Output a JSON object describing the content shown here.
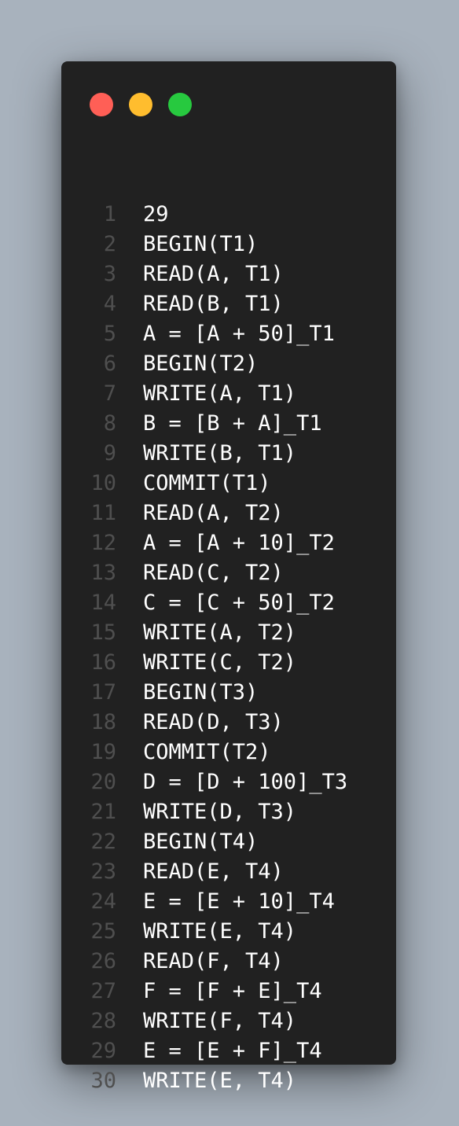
{
  "window": {
    "controls": [
      {
        "name": "close",
        "color": "#ff5f56"
      },
      {
        "name": "minimize",
        "color": "#ffbd2e"
      },
      {
        "name": "maximize",
        "color": "#27c93f"
      }
    ]
  },
  "code": {
    "lines": [
      {
        "num": "1",
        "text": "29"
      },
      {
        "num": "2",
        "text": "BEGIN(T1)"
      },
      {
        "num": "3",
        "text": "READ(A, T1)"
      },
      {
        "num": "4",
        "text": "READ(B, T1)"
      },
      {
        "num": "5",
        "text": "A = [A + 50]_T1"
      },
      {
        "num": "6",
        "text": "BEGIN(T2)"
      },
      {
        "num": "7",
        "text": "WRITE(A, T1)"
      },
      {
        "num": "8",
        "text": "B = [B + A]_T1"
      },
      {
        "num": "9",
        "text": "WRITE(B, T1)"
      },
      {
        "num": "10",
        "text": "COMMIT(T1)"
      },
      {
        "num": "11",
        "text": "READ(A, T2)"
      },
      {
        "num": "12",
        "text": "A = [A + 10]_T2"
      },
      {
        "num": "13",
        "text": "READ(C, T2)"
      },
      {
        "num": "14",
        "text": "C = [C + 50]_T2"
      },
      {
        "num": "15",
        "text": "WRITE(A, T2)"
      },
      {
        "num": "16",
        "text": "WRITE(C, T2)"
      },
      {
        "num": "17",
        "text": "BEGIN(T3)"
      },
      {
        "num": "18",
        "text": "READ(D, T3)"
      },
      {
        "num": "19",
        "text": "COMMIT(T2)"
      },
      {
        "num": "20",
        "text": "D = [D + 100]_T3"
      },
      {
        "num": "21",
        "text": "WRITE(D, T3)"
      },
      {
        "num": "22",
        "text": "BEGIN(T4)"
      },
      {
        "num": "23",
        "text": "READ(E, T4)"
      },
      {
        "num": "24",
        "text": "E = [E + 10]_T4"
      },
      {
        "num": "25",
        "text": "WRITE(E, T4)"
      },
      {
        "num": "26",
        "text": "READ(F, T4)"
      },
      {
        "num": "27",
        "text": "F = [F + E]_T4"
      },
      {
        "num": "28",
        "text": "WRITE(F, T4)"
      },
      {
        "num": "29",
        "text": "E = [E + F]_T4"
      },
      {
        "num": "30",
        "text": "WRITE(E, T4)"
      }
    ]
  }
}
